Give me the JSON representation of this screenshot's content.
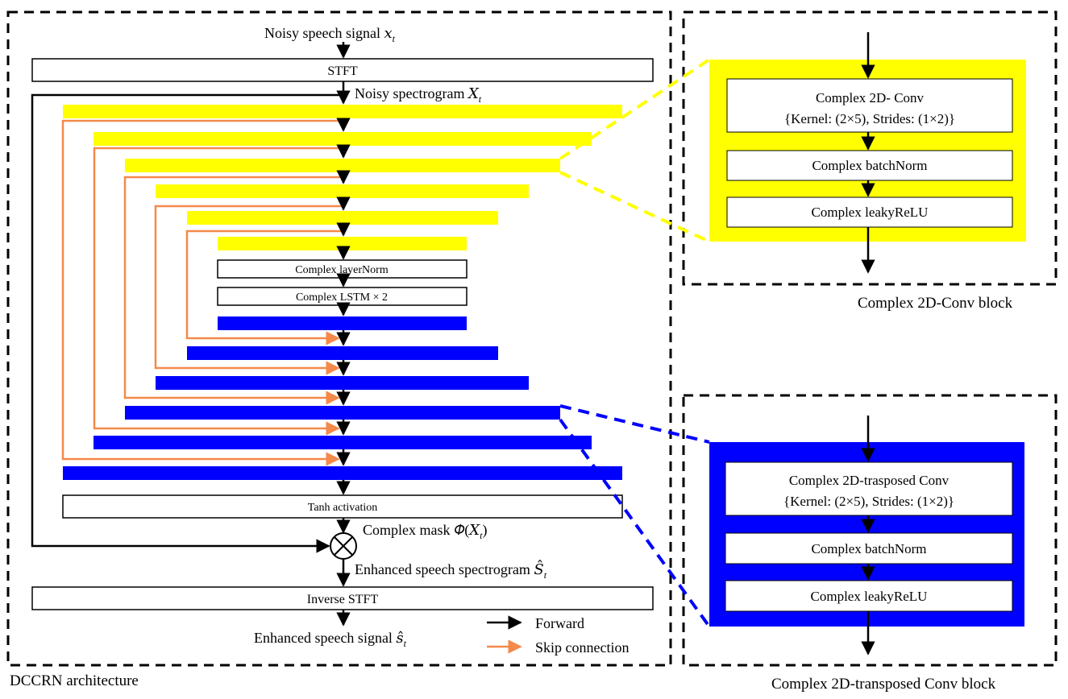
{
  "main_title": "DCCRN architecture",
  "input_label": "Noisy speech signal 𝑥",
  "input_sub": "t",
  "stft_label": "STFT",
  "spectrogram_label": "Noisy spectrogram 𝑋",
  "spectrogram_sub": "t",
  "layernorm_label": "Complex layerNorm",
  "lstm_label": "Complex LSTM × 2",
  "tanh_label": "Tanh activation",
  "mask_label": "Complex mask 𝛷(𝑋",
  "mask_sub": "t",
  "mask_close": ")",
  "enhanced_spec_label": "Enhanced speech spectrogram 𝑆̂",
  "enhanced_spec_sub": "t",
  "istft_label": "Inverse STFT",
  "output_label": "Enhanced speech signal 𝑠̂",
  "output_sub": "t",
  "legend": {
    "forward": "Forward",
    "skip": "Skip connection"
  },
  "conv_block": {
    "title": "Complex 2D-Conv block",
    "layer1_line1": "Complex 2D- Conv",
    "layer1_line2": "{Kernel: (2×5), Strides: (1×2)}",
    "layer2": "Complex batchNorm",
    "layer3": "Complex leakyReLU"
  },
  "tconv_block": {
    "title": "Complex 2D-transposed Conv block",
    "layer1_line1": "Complex 2D-trasposed Conv",
    "layer1_line2": "{Kernel: (2×5), Strides: (1×2)}",
    "layer2": "Complex batchNorm",
    "layer3": "Complex leakyReLU"
  },
  "colors": {
    "encoder": "#ffff00",
    "decoder": "#0000ff",
    "skip": "#f4894a",
    "forward": "#000000"
  }
}
